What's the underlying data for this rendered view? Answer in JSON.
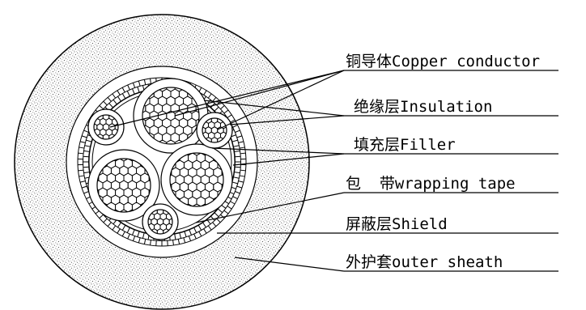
{
  "labels": [
    {
      "id": "conductor",
      "text": "铜导体Copper conductor"
    },
    {
      "id": "insulation",
      "text": "绝缘层Insulation"
    },
    {
      "id": "filler",
      "text": "填充层Filler"
    },
    {
      "id": "wrapping",
      "text": "包  带wrapping tape"
    },
    {
      "id": "shield",
      "text": "屏蔽层Shield"
    },
    {
      "id": "sheath",
      "text": "外护套outer sheath"
    }
  ],
  "colors": {
    "line": "#000000",
    "background": "#ffffff",
    "stipple": "#3a3a3a",
    "shield_fill": "#bdbdbd"
  }
}
